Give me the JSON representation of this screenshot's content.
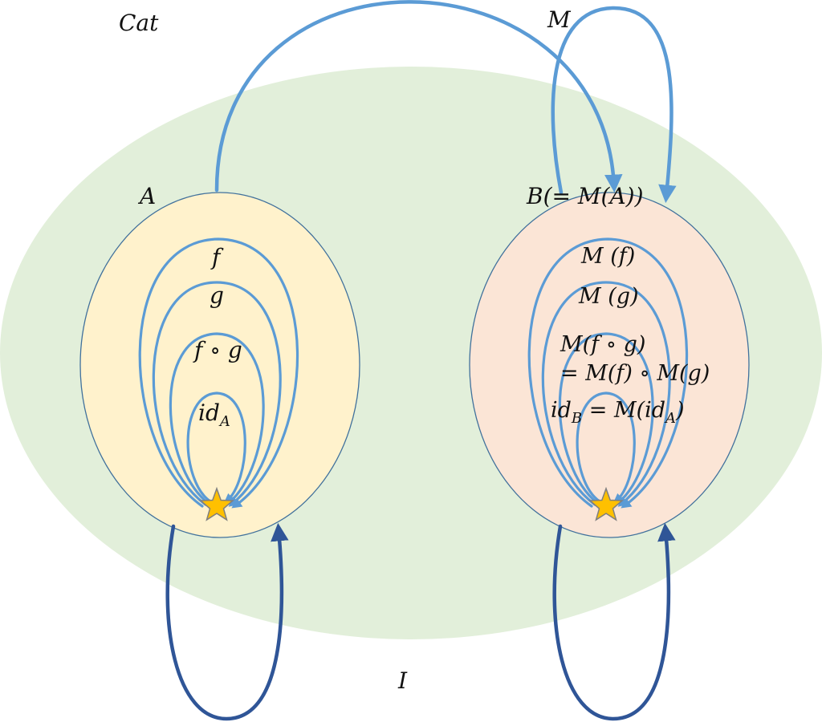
{
  "colors": {
    "category_fill": "#e2efda",
    "object_a_fill": "#fff2cc",
    "object_b_fill": "#fbe5d6",
    "object_border": "#41719c",
    "morphism_stroke": "#5b9bd5",
    "identity_functor_stroke": "#2f5597",
    "star_fill": "#ffc000",
    "star_stroke": "#7f7f7f"
  },
  "labels": {
    "category": "Cat",
    "functor_m": "M",
    "identity_functor": "I",
    "object_a": "A",
    "object_b": "B(= M(A))",
    "morph_f": "f",
    "morph_g": "g",
    "morph_fg": "f ∘ g",
    "morph_id_a_base": "id",
    "morph_id_a_sub": "A",
    "morph_mf": "M (f)",
    "morph_mg": "M (g)",
    "morph_mfg_line1": "M(f ∘ g)",
    "morph_mfg_line2": "= M(f) ∘ M(g)",
    "morph_idb_base": "id",
    "morph_idb_sub": "B",
    "morph_idb_mid": " = M(id",
    "morph_idb_sub2": "A",
    "morph_idb_end": ")"
  },
  "icons": {
    "object_a_point": "star-icon",
    "object_b_point": "star-icon"
  }
}
